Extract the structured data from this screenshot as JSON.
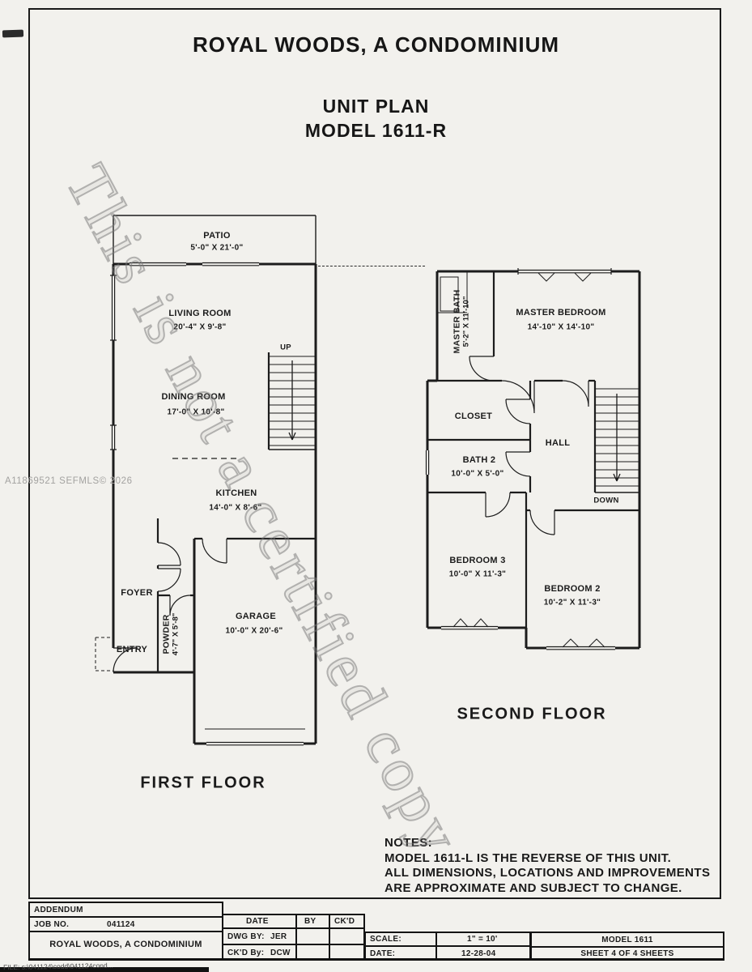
{
  "colors": {
    "paper": "#f2f1ed",
    "ink": "#1b1b1b",
    "watermark_gray": "#7d7d7d"
  },
  "header": {
    "title": "ROYAL WOODS, A CONDOMINIUM",
    "subtitle1": "UNIT PLAN",
    "subtitle2": "MODEL 1611-R"
  },
  "watermark": {
    "text": "This is not a certified copy"
  },
  "stamps": {
    "mls": "A11869521  SEFMLS© 2026",
    "file_note": "FILE: s:\\041124\\codd\\041124cond..."
  },
  "first_floor": {
    "label": "FIRST FLOOR",
    "rooms": {
      "patio_name": "PATIO",
      "patio_dims": "5'-0\" X 21'-0\"",
      "living_name": "LIVING ROOM",
      "living_dims": "20'-4\" X 9'-8\"",
      "dining_name": "DINING ROOM",
      "dining_dims": "17'-0\" X 10'-8\"",
      "kitchen_name": "KITCHEN",
      "kitchen_dims": "14'-0\" X 8'-6\"",
      "foyer_name": "FOYER",
      "entry_name": "ENTRY",
      "powder_name": "POWDER",
      "powder_dims": "4'-7\" X 5'-8\"",
      "garage_name": "GARAGE",
      "garage_dims": "10'-0\" X 20'-6\"",
      "stairs_up": "UP"
    }
  },
  "second_floor": {
    "label": "SECOND FLOOR",
    "rooms": {
      "master_bath_name": "MASTER BATH",
      "master_bath_dims": "5'-2\" X 11'-10\"",
      "master_bedroom_name": "MASTER BEDROOM",
      "master_bedroom_dims": "14'-10\" X 14'-10\"",
      "closet_name": "CLOSET",
      "hall_name": "HALL",
      "bath2_name": "BATH 2",
      "bath2_dims": "10'-0\" X 5'-0\"",
      "bedroom3_name": "BEDROOM 3",
      "bedroom3_dims": "10'-0\" X 11'-3\"",
      "bedroom2_name": "BEDROOM 2",
      "bedroom2_dims": "10'-2\" X 11'-3\"",
      "stairs_down": "DOWN"
    }
  },
  "notes": {
    "heading": "NOTES:",
    "line1": "MODEL 1611-L IS THE REVERSE OF THIS UNIT.",
    "line2": "ALL DIMENSIONS, LOCATIONS AND IMPROVEMENTS",
    "line3": "ARE APPROXIMATE AND SUBJECT TO CHANGE."
  },
  "title_block": {
    "addendum": "ADDENDUM",
    "job_no_label": "JOB NO.",
    "job_no_value": "041124",
    "project": "ROYAL WOODS, A CONDOMINIUM",
    "col_date": "DATE",
    "col_by": "BY",
    "col_ckd": "CK'D",
    "dwg_by_label": "DWG BY:",
    "dwg_by_value": "JER",
    "ckd_by_label": "CK'D By:",
    "ckd_by_value": "DCW",
    "scale_label": "SCALE:",
    "scale_value": "1\" = 10'",
    "date_label": "DATE:",
    "date_value": "12-28-04",
    "model": "MODEL 1611",
    "sheet": "SHEET 4 OF 4 SHEETS"
  }
}
